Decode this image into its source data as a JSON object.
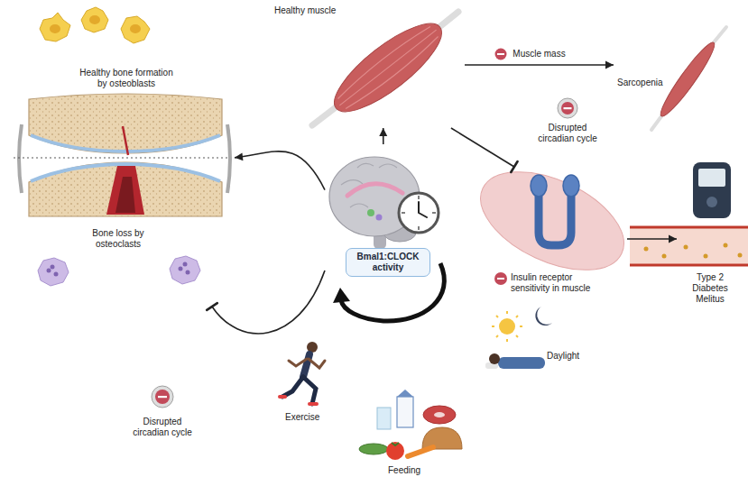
{
  "diagram": {
    "nodes": [
      {
        "text": [
          "Healthy muscle"
        ]
      },
      {
        "text": [
          "Sarcopenia"
        ]
      },
      {
        "text": [
          "Healthy bone formation by osteoblasts",
          "Bone loss by osteoclasts"
        ]
      },
      {
        "text": [
          "Bmal1:CLOCK activity"
        ]
      },
      {
        "text": [
          "Insulin receptor sensitivity in muscle"
        ]
      },
      {
        "text": [
          "Type 2 Diabetes Melitus"
        ]
      }
    ],
    "edges": [
      {
        "from": 3,
        "to": 0,
        "arrow": "to"
      },
      {
        "from": 3,
        "to": 2,
        "arrow": "to"
      },
      {
        "from": 3,
        "to": 2,
        "arrow": "to"
      },
      {
        "from": 0,
        "to": 1,
        "label": "Muscle mass",
        "arrow": "to"
      },
      {
        "from": 0,
        "to": 4,
        "arrow": "to"
      },
      {
        "from": 4,
        "to": 5,
        "arrow": "to"
      }
    ],
    "labels": [
      "Disrupted circadian cycle",
      "Disrupted circadian cycle",
      "Exercise",
      "Feeding",
      "Daylight"
    ]
  }
}
